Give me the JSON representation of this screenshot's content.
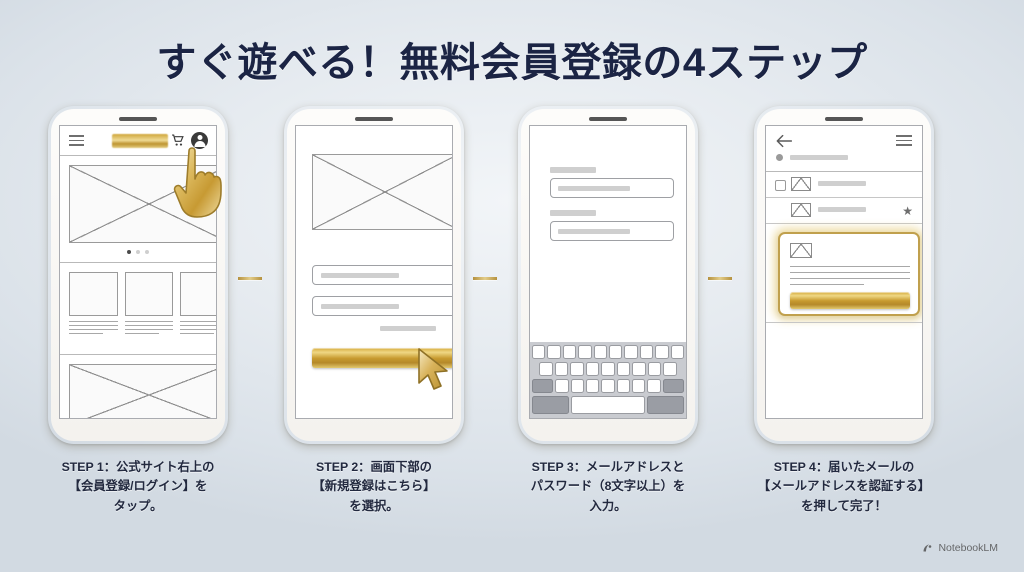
{
  "page": {
    "title": "すぐ遊べる！無料会員登録の4ステップ",
    "accent_gold": "#c9a24a",
    "title_color": "#1b2444",
    "background_color": "#e6ebf0",
    "watermark": "NotebookLM",
    "watermark_icon": "notebooklm-logo-icon"
  },
  "steps": [
    {
      "id": "step-1",
      "caption_lines": [
        "STEP 1：公式サイト右上の",
        "【会員登録/ログイン】を",
        "タップ。"
      ],
      "screen": {
        "type": "storefront-home",
        "header_icons": [
          "hamburger-menu-icon",
          "brand-logo",
          "shopping-cart-icon",
          "account-person-icon"
        ],
        "hero": "hero-image-placeholder",
        "carousel_dots": 3,
        "carousel_active_index": 0,
        "grid_items": 3,
        "footer_banner": "banner-image-placeholder",
        "cursor": "pointing-hand-cursor"
      }
    },
    {
      "id": "step-2",
      "caption_lines": [
        "STEP 2：画面下部の",
        "【新規登録はこちら】",
        "を選択。"
      ],
      "screen": {
        "type": "landing-page",
        "hero": "hero-image-placeholder",
        "fields": 2,
        "helper_text": "helper-text-bar",
        "primary_button": "gold-signup-button",
        "cursor": "arrow-pointer-cursor"
      }
    },
    {
      "id": "step-3",
      "caption_lines": [
        "STEP 3：メールアドレスと",
        "パスワード（8文字以上）を",
        "入力。"
      ],
      "screen": {
        "type": "registration-form",
        "fields": [
          {
            "label": "email-label-bar",
            "input": "email-input"
          },
          {
            "label": "password-label-bar",
            "input": "password-input"
          }
        ],
        "keyboard": {
          "visible": true,
          "rows": [
            10,
            9,
            9,
            3
          ]
        }
      }
    },
    {
      "id": "step-4",
      "caption_lines": [
        "STEP 4：届いたメールの",
        "【メールアドレスを認証する】",
        "を押して完了！"
      ],
      "screen": {
        "type": "mail-inbox",
        "toolbar_icons": [
          "back-arrow-icon",
          "hamburger-menu-icon"
        ],
        "list_rows": [
          {
            "icon": "checkbox-icon",
            "mail": "envelope-icon"
          },
          {
            "icon": "envelope-icon",
            "trailing": "star-icon"
          }
        ],
        "highlighted_card": {
          "icon": "envelope-icon",
          "text_lines": 4,
          "button": "gold-verify-button"
        }
      }
    }
  ]
}
